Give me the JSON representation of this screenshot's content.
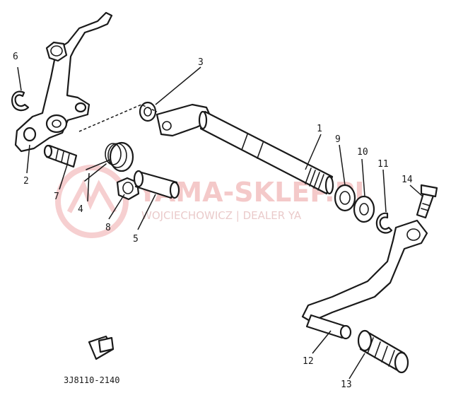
{
  "callouts": [
    "1",
    "2",
    "3",
    "4",
    "5",
    "6",
    "7",
    "8",
    "9",
    "10",
    "11",
    "12",
    "13",
    "14"
  ],
  "diagram_code": "3J8110-2140",
  "watermark": {
    "title": "YAMA-SKLEP.PL",
    "subtitle": "WOJCIECHOWICZ | DEALER YA"
  },
  "colors": {
    "line": "#1a1a1a",
    "watermark": "#e8888a"
  }
}
